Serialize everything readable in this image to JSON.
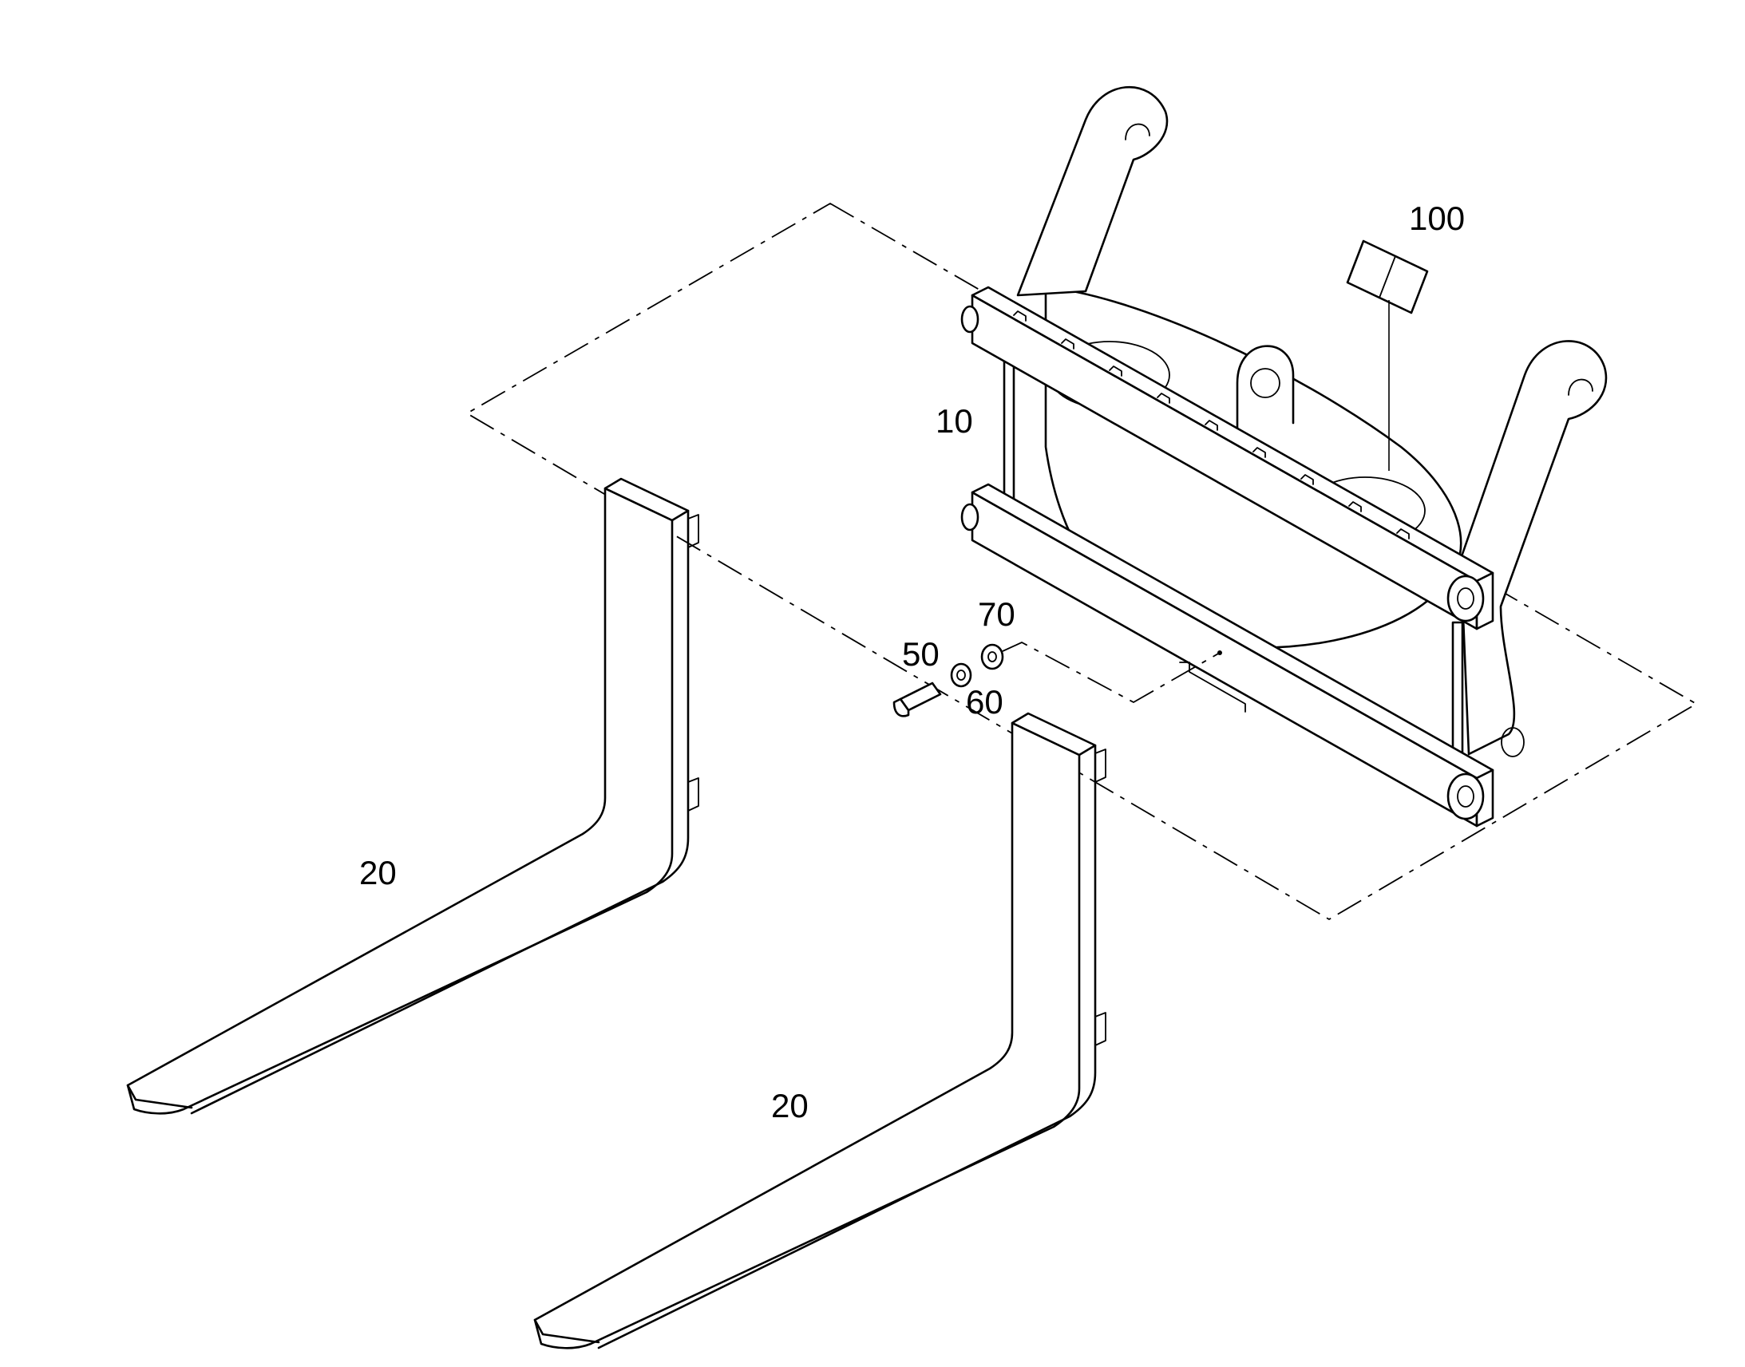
{
  "diagram": {
    "callouts": {
      "carriage": "10",
      "fork_left": "20",
      "fork_right": "20",
      "bolt": "50",
      "lock_washer": "60",
      "washer": "70",
      "label_plate": "100"
    }
  }
}
